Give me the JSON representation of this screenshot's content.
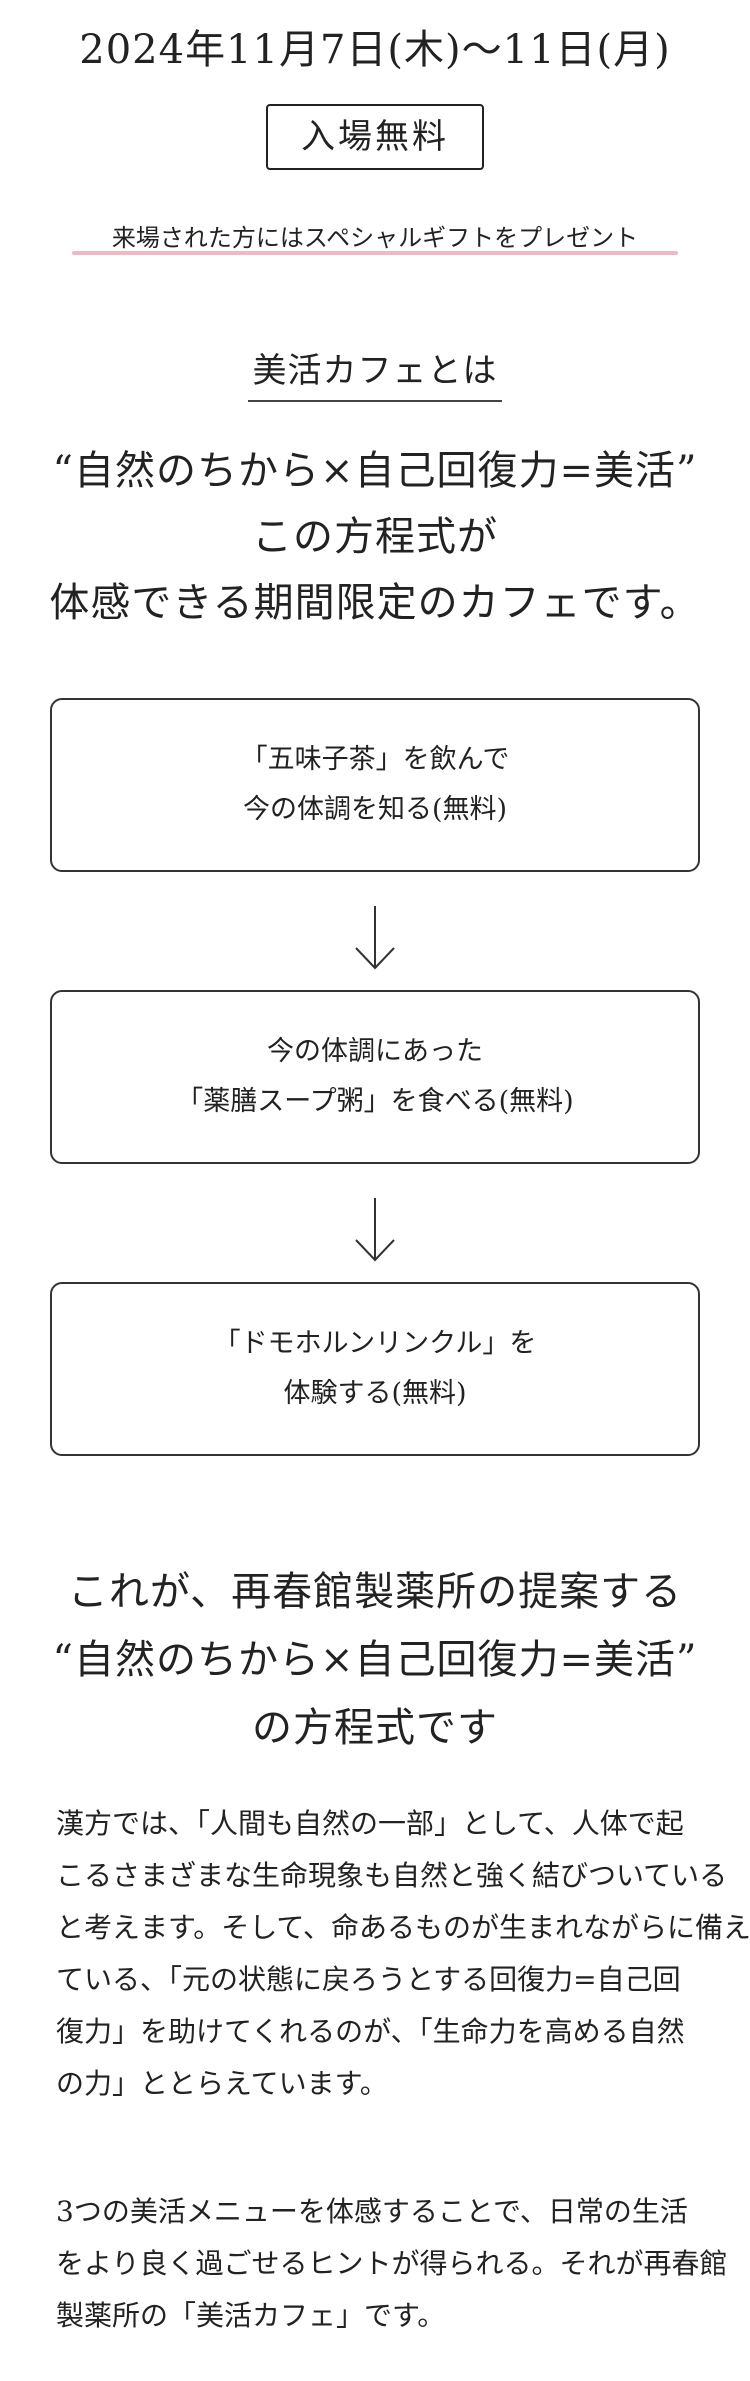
{
  "event": {
    "date": "2024年11月7日(木)〜11日(月)",
    "admission": "入場無料",
    "gift_note": "来場された方にはスペシャルギフトをプレゼント"
  },
  "about": {
    "title": "美活カフェとは",
    "intro_lines": [
      "“自然のちから×自己回復力=美活”",
      "この方程式が",
      "体感できる期間限定のカフェです。"
    ]
  },
  "steps": [
    {
      "lines": [
        "「五味子茶」を飲んで",
        "今の体調を知る(無料)"
      ]
    },
    {
      "lines": [
        "今の体調にあった",
        "「薬膳スープ粥」を食べる(無料)"
      ]
    },
    {
      "lines": [
        "「ドモホルンリンクル」を",
        "体験する(無料)"
      ]
    }
  ],
  "conclusion": {
    "lines": [
      "これが、再春館製薬所の提案する",
      "“自然のちから×自己回復力=美活”",
      "の方程式です"
    ]
  },
  "paragraphs": [
    {
      "lines": [
        "漢方では、「人間も自然の一部」として、人体で起",
        "こるさまざまな生命現象も自然と強く結びついている",
        "と考えます。そして、命あるものが生まれながらに備え",
        "ている、「元の状態に戻ろうとする回復力=自己回",
        "復力」を助けてくれるのが、「生命力を高める自然",
        "の力」ととらえています。"
      ]
    },
    {
      "lines": [
        "3つの美活メニューを体感することで、日常の生活",
        "をより良く過ごせるヒントが得られる。それが再春館",
        "製薬所の「美活カフェ」です。"
      ]
    }
  ],
  "colors": {
    "text": "#222222",
    "gift_underline": "#f0b8c4",
    "border": "#333333"
  },
  "icons": [
    "arrow-down-icon",
    "arrow-down-icon"
  ]
}
